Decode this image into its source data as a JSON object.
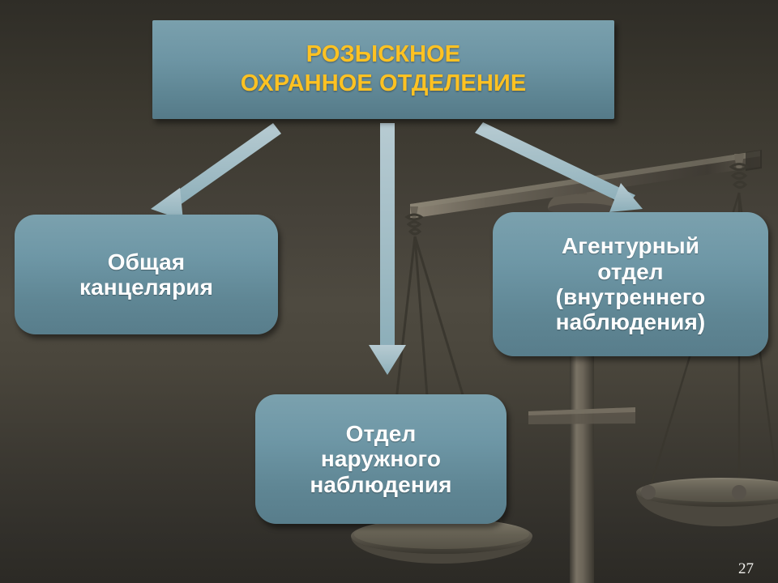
{
  "slide": {
    "number": "27",
    "background_color": "#46423a",
    "accent_color": "#6e97a6",
    "title_text_color": "#ffc222",
    "node_text_color": "#ffffff"
  },
  "title": {
    "text": "РОЗЫСКНОЕ\nОХРАННОЕ ОТДЕЛЕНИЕ"
  },
  "nodes": [
    {
      "id": "general-office",
      "text": "Общая\nканцелярия"
    },
    {
      "id": "external-surveillance",
      "text": "Отдел\nнаружного\nнаблюдения"
    },
    {
      "id": "agent-department",
      "text": "Агентурный\nотдел\n(внутреннего\nнаблюдения)"
    }
  ],
  "connectors": [
    {
      "id": "arrow-to-general-office",
      "direction": "down-left"
    },
    {
      "id": "arrow-to-external-surveillance",
      "direction": "down"
    },
    {
      "id": "arrow-to-agent-department",
      "direction": "down-right"
    }
  ],
  "background_art": {
    "name": "balance-scales",
    "description": "justice balance scales"
  }
}
